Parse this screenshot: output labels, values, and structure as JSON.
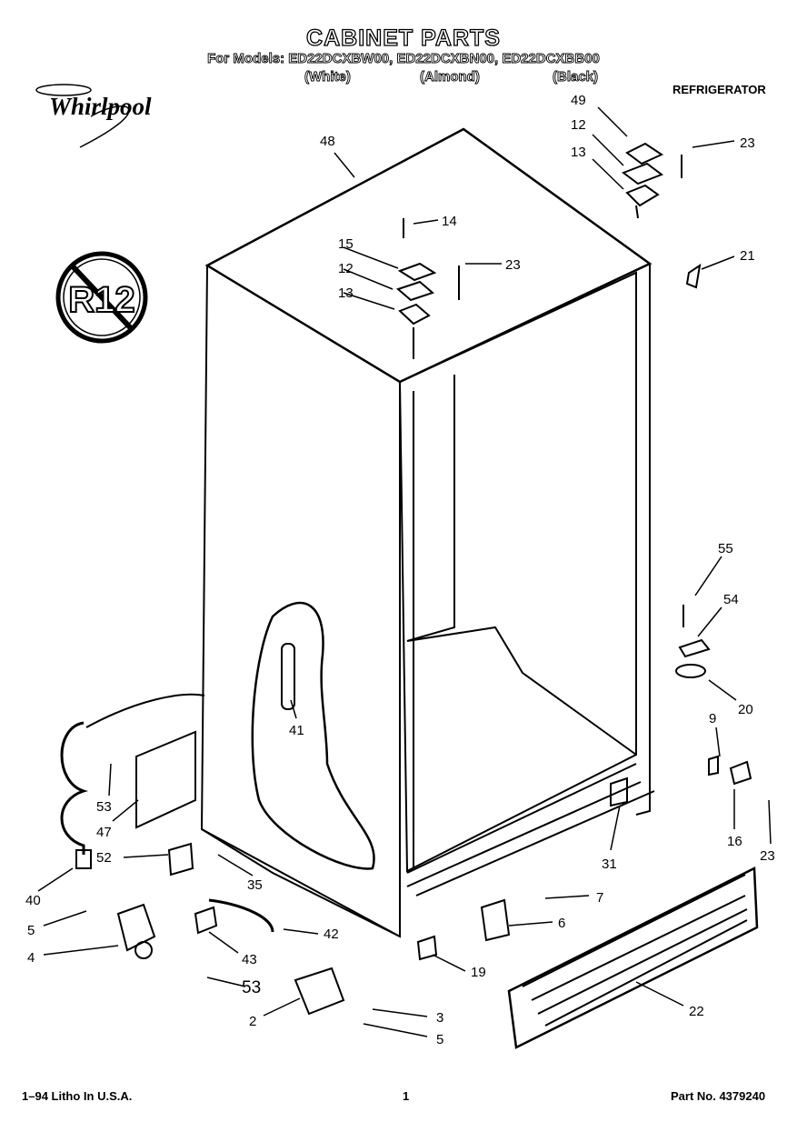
{
  "header": {
    "title": "CABINET PARTS",
    "models_line": "For Models: ED22DCXBW00, ED22DCXBN00, ED22DCXBB00",
    "variants": [
      "(White)",
      "(Almond)",
      "(Black)"
    ],
    "category": "REFRIGERATOR",
    "brand": "Whirlpool"
  },
  "badge": {
    "text": "R12"
  },
  "callouts": [
    "48",
    "49",
    "12",
    "23",
    "13",
    "14",
    "15",
    "12",
    "23",
    "13",
    "21",
    "55",
    "54",
    "20",
    "9",
    "16",
    "23",
    "31",
    "41",
    "53",
    "47",
    "52",
    "35",
    "40",
    "5",
    "4",
    "43",
    "53",
    "2",
    "3",
    "5",
    "42",
    "19",
    "7",
    "6",
    "22"
  ],
  "footer": {
    "left": "1–94 Litho In U.S.A.",
    "center": "1",
    "right": "Part No. 4379240"
  }
}
